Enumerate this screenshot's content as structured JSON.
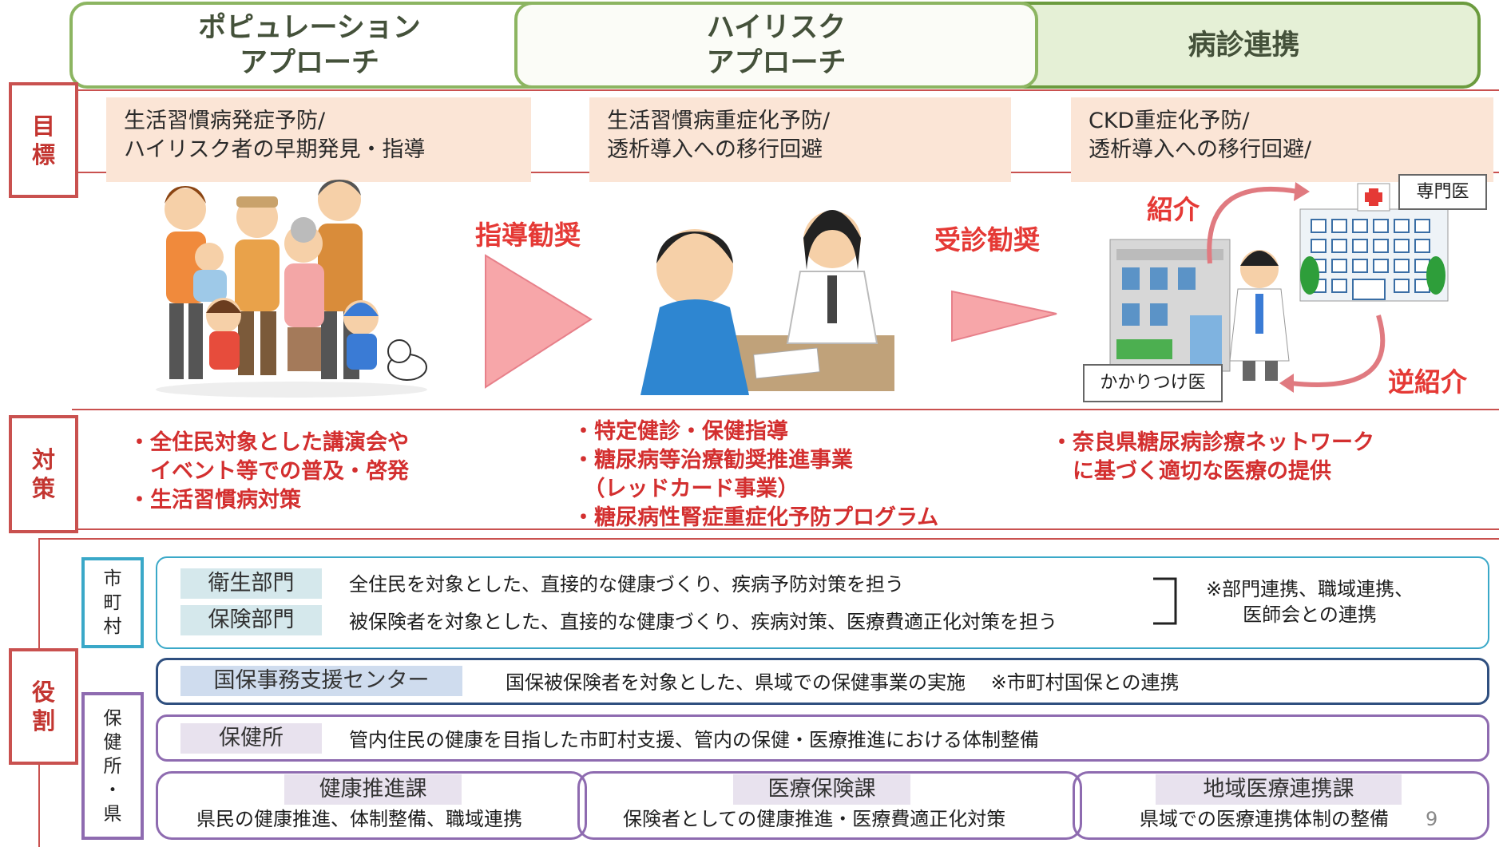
{
  "tabs": [
    {
      "line1": "ポピュレーション",
      "line2": "アプローチ"
    },
    {
      "line1": "ハイリスク",
      "line2": "アプローチ"
    },
    {
      "line1": "病診連携",
      "line2": ""
    }
  ],
  "labels": {
    "goal": "目\n標",
    "measures": "対\n策",
    "roles": "役\n割"
  },
  "goals": [
    {
      "line1": "生活習慣病発症予防/",
      "line2": "ハイリスク者の早期発見・指導"
    },
    {
      "line1": "生活習慣病重症化予防/",
      "line2": "透析導入への移行回避"
    },
    {
      "line1": "CKD重症化予防/",
      "line2": "透析導入への移行回避/"
    }
  ],
  "flow": {
    "arrow1": "指導勧奨",
    "arrow2": "受診勧奨",
    "referral": "紹介",
    "reverse_referral": "逆紹介",
    "specialist": "専門医",
    "family_doctor": "かかりつけ医"
  },
  "measures": [
    "・全住民対象とした講演会や\n　イベント等での普及・啓発\n・生活習慣病対策",
    "・特定健診・保健指導\n・糖尿病等治療勧奨推進事業\n　（レッドカード事業）\n・糖尿病性腎症重症化予防プログラム",
    "・奈良県糖尿病診療ネットワーク\n　に基づく適切な医療の提供"
  ],
  "roles": {
    "municipality_label": "市\n町\n村",
    "prefecture_label": "保\n健\n所\n・\n県",
    "hygiene": {
      "tag": "衛生部門",
      "text": "全住民を対象とした、直接的な健康づくり、疾病予防対策を担う"
    },
    "insurance": {
      "tag": "保険部門",
      "text": "被保険者を対象とした、直接的な健康づくり、疾病対策、医療費適正化対策を担う"
    },
    "note": "※部門連携、職域連携、\n医師会との連携",
    "kokuho": {
      "tag": "国保事務支援センター",
      "text": "国保被保険者を対象とした、県域での保健事業の実施　 ※市町村国保との連携"
    },
    "hokenjo": {
      "tag": "保健所",
      "text": "管内住民の健康を目指した市町村支援、管内の保健・医療推進における体制整備"
    },
    "depts": [
      {
        "tag": "健康推進課",
        "text": "県民の健康推進、体制整備、職域連携"
      },
      {
        "tag": "医療保険課",
        "text": "保険者としての健康推進・医療費適正化対策"
      },
      {
        "tag": "地域医療連携課",
        "text": "県域での医療連携体制の整備"
      }
    ],
    "page_number": "9"
  },
  "colors": {
    "tab_border": "#8cb561",
    "section_red": "#c9514f",
    "goal_fill": "#fbe5d6",
    "measure_text": "#d32f2f",
    "municipality_blue": "#3aa8c8",
    "kokuho_navy": "#2f4f7f",
    "prefecture_purple": "#8e6bb0"
  }
}
